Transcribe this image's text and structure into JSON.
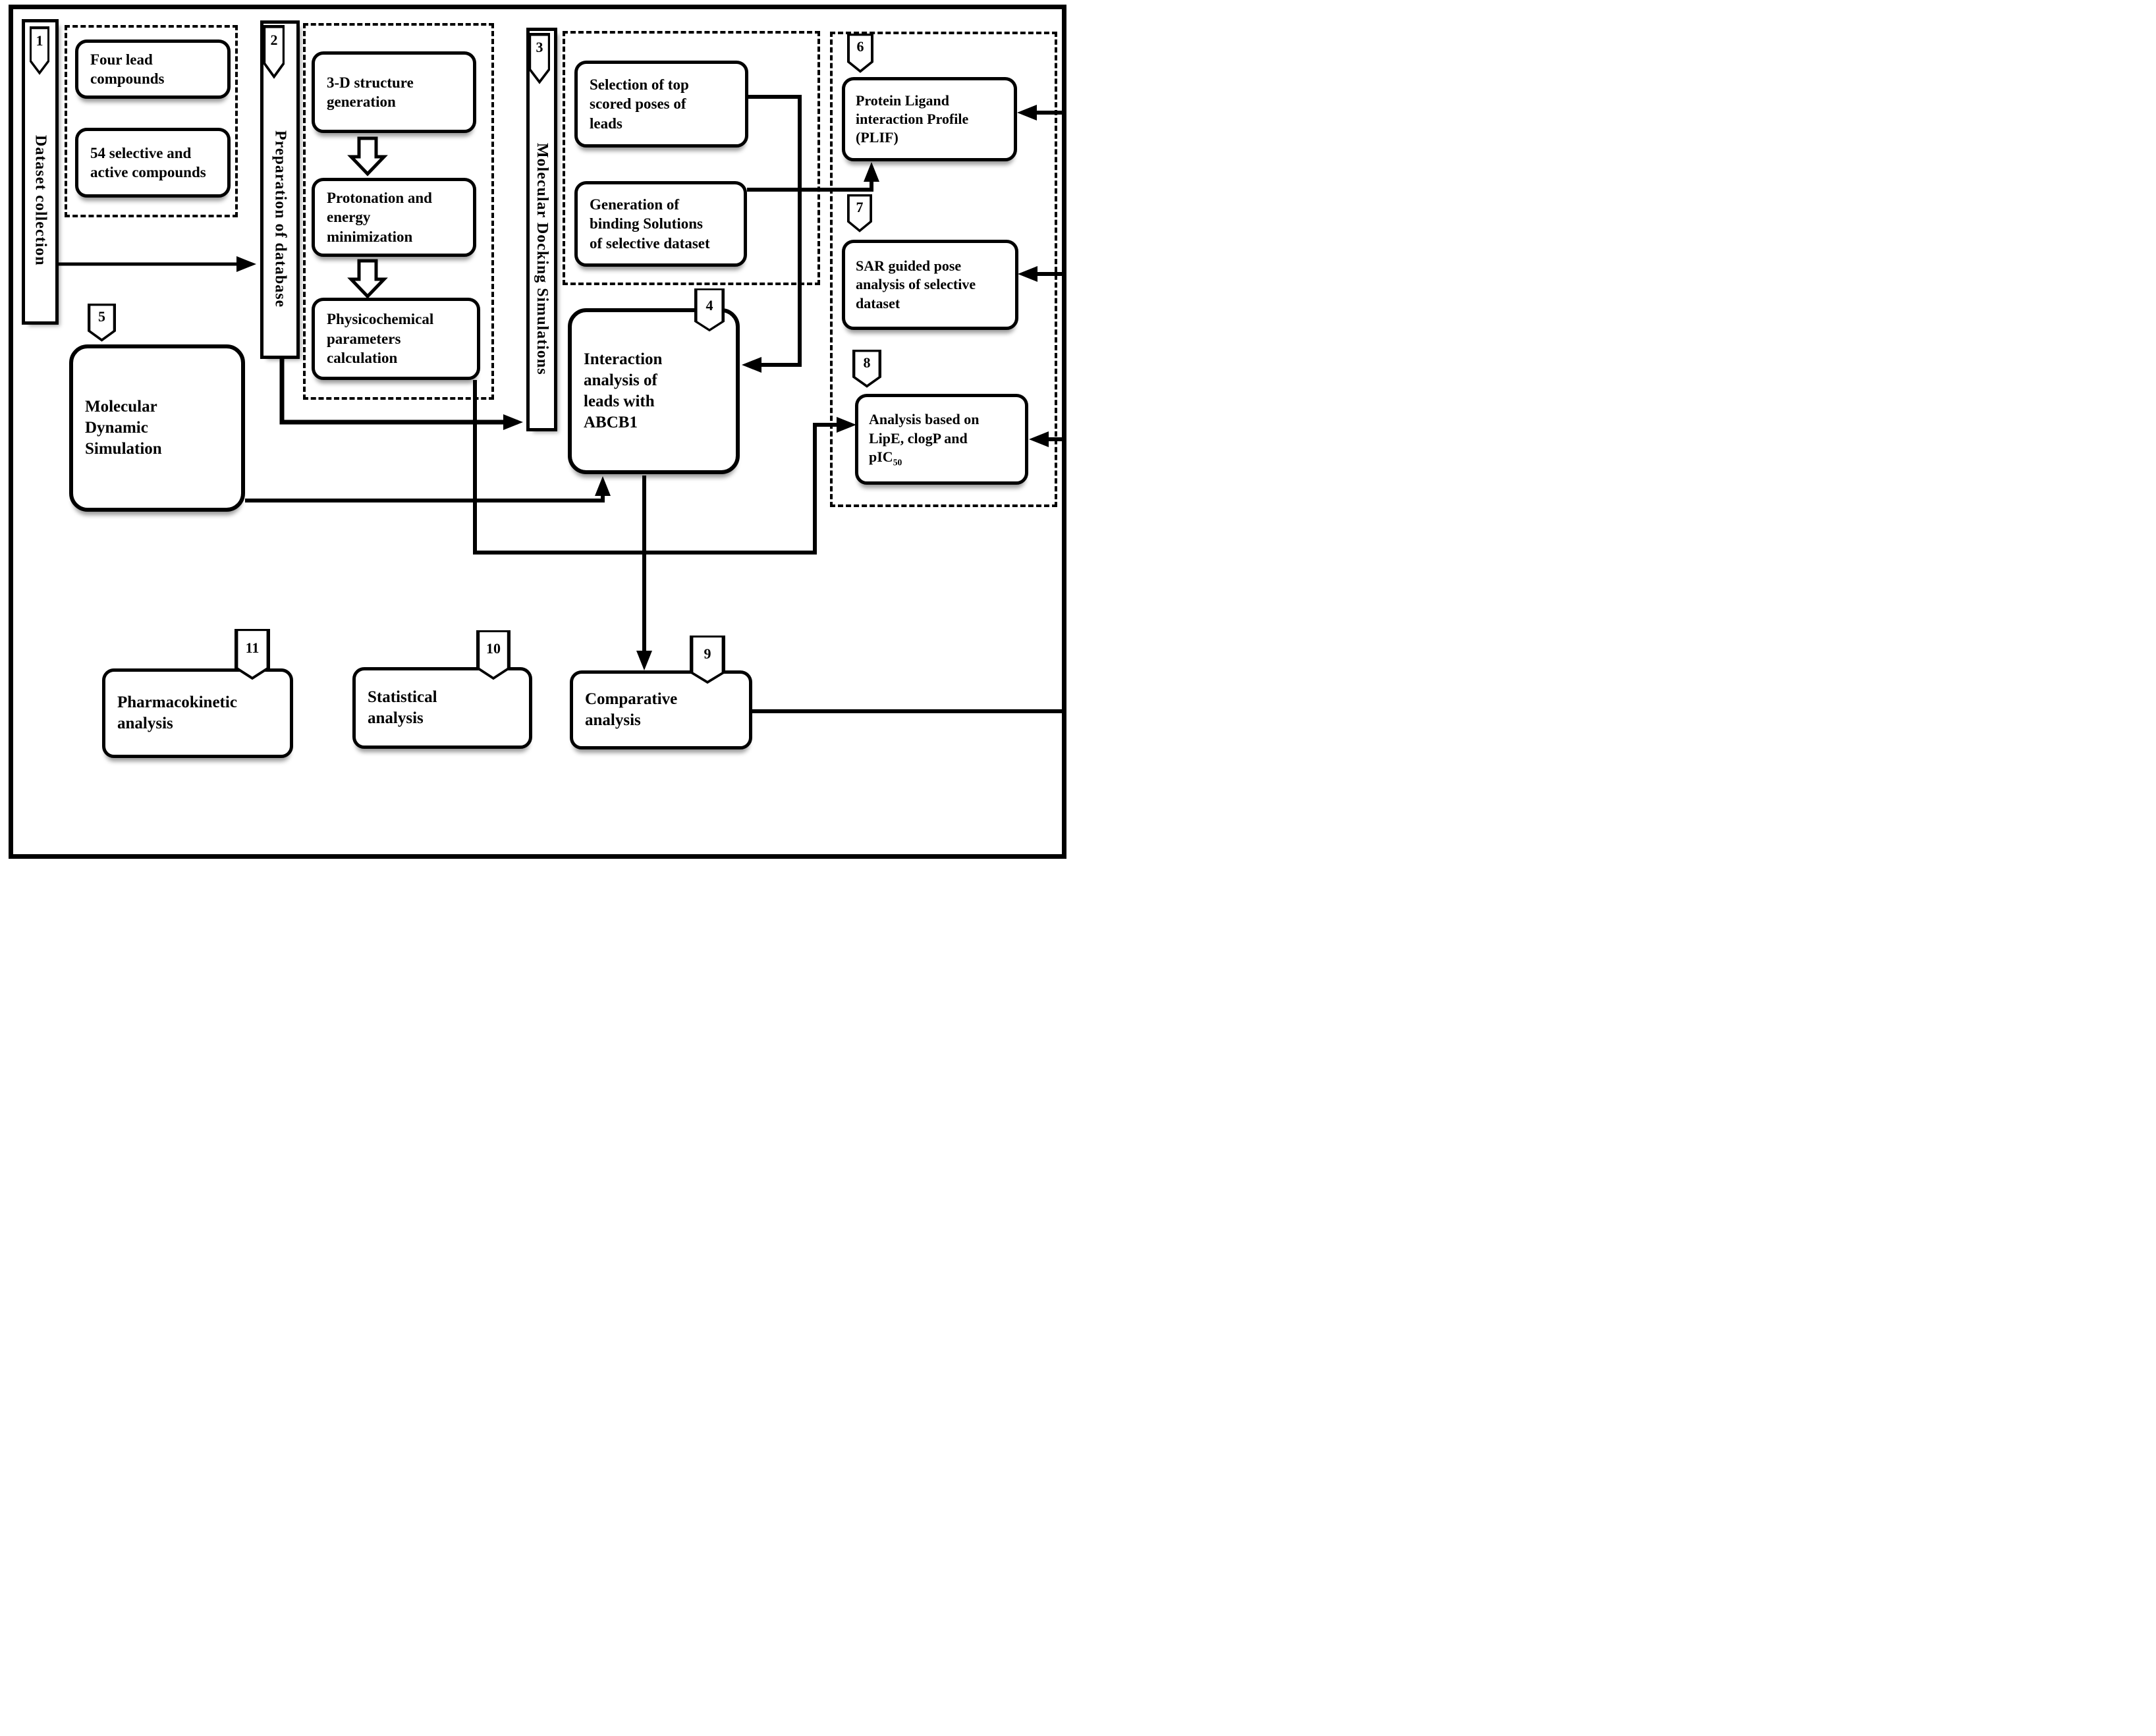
{
  "badges": {
    "b1": "1",
    "b2": "2",
    "b3": "3",
    "b4": "4",
    "b5": "5",
    "b6": "6",
    "b7": "7",
    "b8": "8",
    "b9": "9",
    "b10": "10",
    "b11": "11"
  },
  "banners": {
    "dataset": "Dataset collection",
    "preparation": "Preparation of database",
    "docking": "Molecular Docking Simulations"
  },
  "boxes": {
    "four_lead": "Four lead\ncompounds",
    "selective": "54 selective and\nactive compounds",
    "structure": "3-D structure\ngeneration",
    "protonation": "Protonation and\nenergy\nminimization",
    "physico": "Physicochemical\nparameters\ncalculation",
    "selection": "Selection of top\nscored poses of\nleads",
    "generation": "Generation of\nbinding Solutions\nof selective dataset",
    "interaction": "Interaction\nanalysis of\nleads with\nABCB1",
    "md": "Molecular\nDynamic\nSimulation",
    "plif": "Protein Ligand\ninteraction Profile\n(PLIF)",
    "sar": "SAR guided pose\nanalysis of selective\ndataset",
    "lipe_main": "Analysis based on\nLipE, clogP and\npIC",
    "lipe_sub": "50",
    "comparative": "Comparative\nanalysis",
    "statistical": "Statistical\nanalysis",
    "pharmacokinetic": "Pharmacokinetic\nanalysis"
  },
  "colors": {
    "ink": "#000000",
    "paper": "#ffffff"
  }
}
